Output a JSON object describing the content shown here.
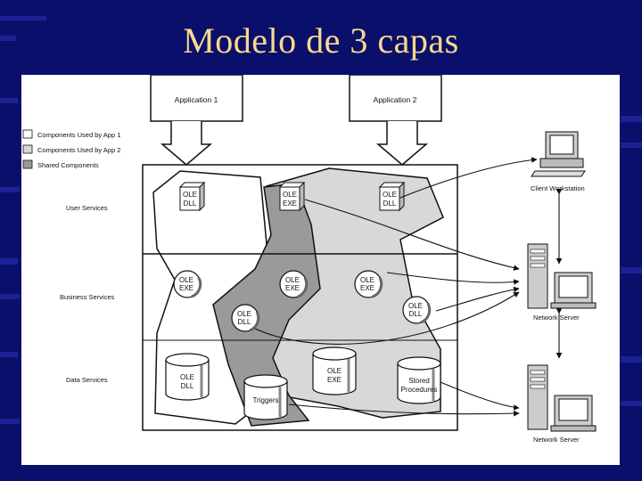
{
  "slide": {
    "title": "Modelo de 3 capas"
  },
  "diagram": {
    "applications": [
      "Application 1",
      "Application 2"
    ],
    "legend": [
      {
        "label": "Components Used by App 1",
        "color": "#ffffff"
      },
      {
        "label": "Components Used by App 2",
        "color": "#d8d8d8"
      },
      {
        "label": "Shared Components",
        "color": "#9a9a9a"
      }
    ],
    "tiers": [
      "User Services",
      "Business Services",
      "Data Services"
    ],
    "components": {
      "user_ole_dll_1": [
        "OLE",
        "DLL"
      ],
      "user_ole_exe": [
        "OLE",
        "EXE"
      ],
      "user_ole_dll_2": [
        "OLE",
        "DLL"
      ],
      "biz_ole_exe_1": [
        "OLE",
        "EXE"
      ],
      "biz_ole_exe_2": [
        "OLE",
        "EXE"
      ],
      "biz_ole_exe_3": [
        "OLE",
        "EXE"
      ],
      "biz_ole_dll_1": [
        "OLE",
        "DLL"
      ],
      "biz_ole_dll_2": [
        "OLE",
        "DLL"
      ],
      "data_ole_dll": [
        "OLE",
        "DLL"
      ],
      "data_ole_exe": [
        "OLE",
        "EXE"
      ],
      "data_triggers": [
        "Triggers"
      ],
      "data_stored": [
        "Stored",
        "Procedures"
      ]
    },
    "machines": [
      "Client Workstation",
      "Network Server",
      "Network Server"
    ],
    "colors": {
      "slide_background": "#0a0f6b",
      "title_color": "#f6d98c",
      "figure_background": "#ffffff",
      "app2_region": "#d8d8d8",
      "shared_region": "#9a9a9a"
    }
  }
}
